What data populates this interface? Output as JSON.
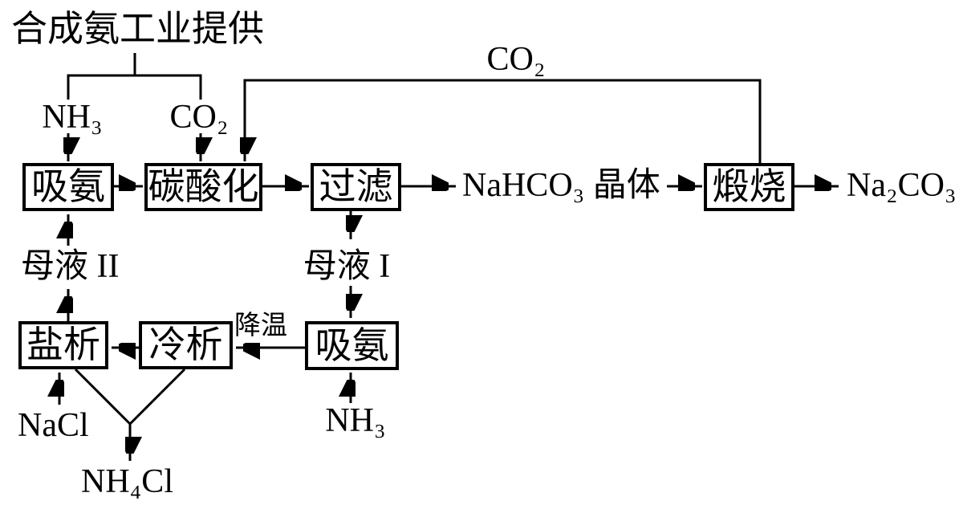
{
  "diagram": {
    "title": "合成氨工业提供",
    "boxes": {
      "absorb_ammonia_1": "吸氨",
      "carbonation": "碳酸化",
      "filtration": "过滤",
      "calcination": "煅烧",
      "absorb_ammonia_2": "吸氨",
      "cold_precipitation": "冷析",
      "salting_out": "盐析"
    },
    "labels": {
      "nh3_top": "NH₃",
      "co2_top": "CO₂",
      "co2_loop": "CO₂",
      "nahco3_crystal": "NaHCO₃ 晶体",
      "na2co3": "Na₂CO₃",
      "mother_liquor_1": "母液 I",
      "mother_liquor_2": "母液 II",
      "cooling": "降温",
      "nh3_bottom": "NH₃",
      "nacl": "NaCl",
      "nh4cl": "NH₄Cl"
    },
    "colors": {
      "line": "#000000",
      "background": "#ffffff"
    }
  }
}
